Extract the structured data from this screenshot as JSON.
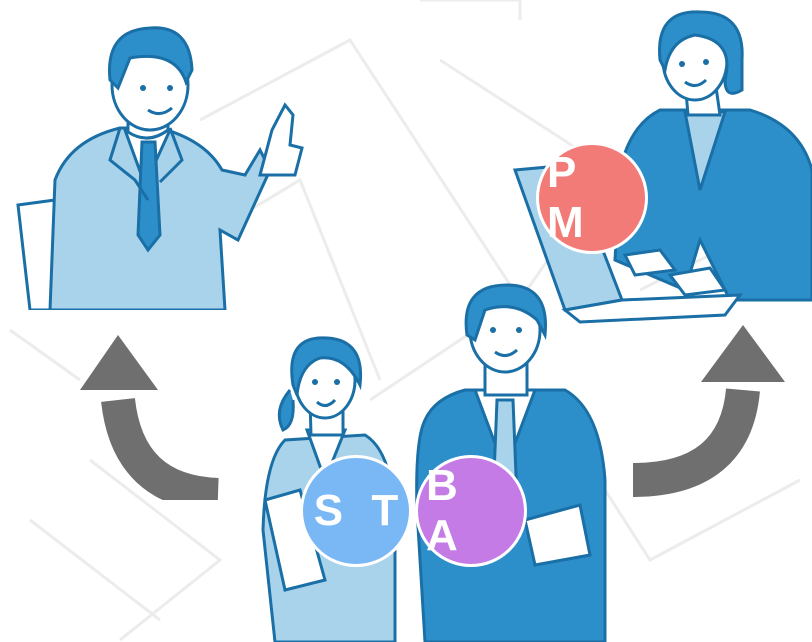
{
  "badges": {
    "pm": {
      "label": "P M",
      "color": "#f27b78"
    },
    "st": {
      "label": "S T",
      "color": "#7ab7f5"
    },
    "ba": {
      "label": "B A",
      "color": "#c57be6"
    }
  },
  "colors": {
    "line": "#1a6fa6",
    "suit_light": "#a9d3ea",
    "suit_dark": "#2d8fca",
    "skin": "#ffffff",
    "arrow": "#6f6f6f",
    "background_lines": "#ededed"
  },
  "icons": [
    "executive-figure",
    "pm-figure",
    "st-figure",
    "ba-figure",
    "curved-arrow-left",
    "curved-arrow-right"
  ]
}
